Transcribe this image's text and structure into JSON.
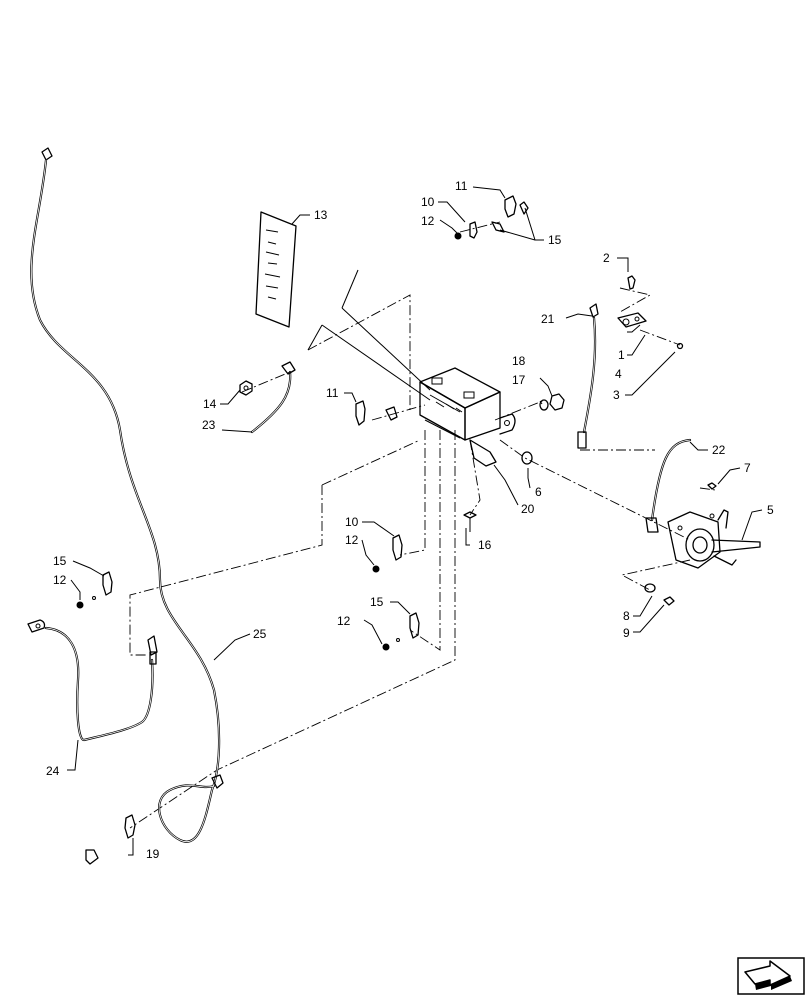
{
  "diagram": {
    "callouts": [
      {
        "id": "c1",
        "label": "1"
      },
      {
        "id": "c2",
        "label": "2"
      },
      {
        "id": "c3",
        "label": "3"
      },
      {
        "id": "c4",
        "label": "4"
      },
      {
        "id": "c5",
        "label": "5"
      },
      {
        "id": "c6",
        "label": "6"
      },
      {
        "id": "c7",
        "label": "7"
      },
      {
        "id": "c8",
        "label": "8"
      },
      {
        "id": "c9",
        "label": "9"
      },
      {
        "id": "c10a",
        "label": "10"
      },
      {
        "id": "c10b",
        "label": "10"
      },
      {
        "id": "c11a",
        "label": "11"
      },
      {
        "id": "c11b",
        "label": "11"
      },
      {
        "id": "c12a",
        "label": "12"
      },
      {
        "id": "c12b",
        "label": "12"
      },
      {
        "id": "c12c",
        "label": "12"
      },
      {
        "id": "c12d",
        "label": "12"
      },
      {
        "id": "c13",
        "label": "13"
      },
      {
        "id": "c14",
        "label": "14"
      },
      {
        "id": "c15a",
        "label": "15"
      },
      {
        "id": "c15b",
        "label": "15"
      },
      {
        "id": "c15c",
        "label": "15"
      },
      {
        "id": "c16",
        "label": "16"
      },
      {
        "id": "c17",
        "label": "17"
      },
      {
        "id": "c18",
        "label": "18"
      },
      {
        "id": "c19",
        "label": "19"
      },
      {
        "id": "c20",
        "label": "20"
      },
      {
        "id": "c21",
        "label": "21"
      },
      {
        "id": "c22",
        "label": "22"
      },
      {
        "id": "c23",
        "label": "23"
      },
      {
        "id": "c24",
        "label": "24"
      },
      {
        "id": "c25",
        "label": "25"
      }
    ],
    "icons": {
      "nav": "next-page-arrow-icon"
    }
  }
}
